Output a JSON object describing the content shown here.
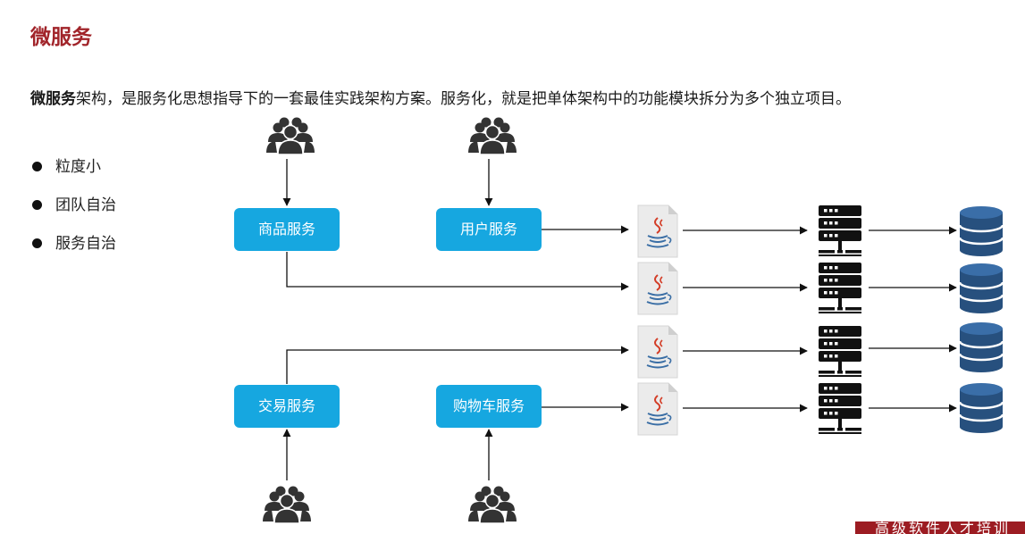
{
  "slide": {
    "title": "微服务",
    "desc_bold": "微服务",
    "desc_rest": "架构，是服务化思想指导下的一套最佳实践架构方案。服务化，就是把单体架构中的功能模块拆分为多个独立项目。",
    "bullets": [
      "粒度小",
      "团队自治",
      "服务自治"
    ]
  },
  "services": {
    "goods": "商品服务",
    "user": "用户服务",
    "trade": "交易服务",
    "cart": "购物车服务"
  },
  "icons": {
    "users": "users-group-icon",
    "jar": "java-file-icon",
    "server": "server-icon",
    "db": "database-icon"
  },
  "colors": {
    "accent": "#a1242a",
    "service_box": "#16a7e0",
    "icon_dark": "#333333",
    "db_blue": "#27507e"
  },
  "footer": {
    "banner_text": "高级软件人才培训"
  }
}
